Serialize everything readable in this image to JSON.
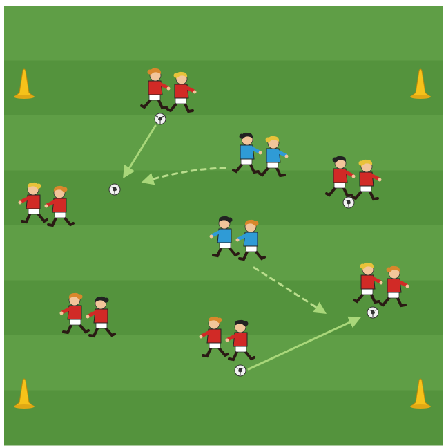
{
  "colors": {
    "stripe_light": "#5f9e46",
    "stripe_dark": "#54933d",
    "cone": "#f6c21a",
    "red_team": "#d12a26",
    "blue_team": "#2f9bd6",
    "shorts": "#ffffff",
    "pass_line": "#a9d77a",
    "run_line": "#b9dd8c",
    "ball": "#f2f2f2"
  },
  "cones": [
    "cone-top-left",
    "cone-top-right",
    "cone-bottom-left",
    "cone-bottom-right"
  ],
  "pairs": [
    {
      "name": "pair-red-top",
      "team": "red",
      "hair": [
        "#d9872c",
        "#e8c23a"
      ],
      "facing": 1
    },
    {
      "name": "pair-red-left",
      "team": "red",
      "hair": [
        "#e8c23a",
        "#d9872c"
      ],
      "facing": -1
    },
    {
      "name": "pair-red-right",
      "team": "red",
      "hair": [
        "#222222",
        "#e8c23a"
      ],
      "facing": 1
    },
    {
      "name": "pair-red-bottom-left",
      "team": "red",
      "hair": [
        "#d9872c",
        "#222222"
      ],
      "facing": -1
    },
    {
      "name": "pair-red-bottom-center",
      "team": "red",
      "hair": [
        "#d9872c",
        "#222222"
      ],
      "facing": -1
    },
    {
      "name": "pair-red-right-middle",
      "team": "red",
      "hair": [
        "#e8c23a",
        "#d9872c"
      ],
      "facing": 1
    },
    {
      "name": "pair-blue-top",
      "team": "blue",
      "hair": [
        "#222222",
        "#e8c23a"
      ],
      "facing": 1
    },
    {
      "name": "pair-blue-middle",
      "team": "blue",
      "hair": [
        "#222222",
        "#d9872c"
      ],
      "facing": -1
    }
  ],
  "balls": [
    "ball-top",
    "ball-left",
    "ball-right",
    "ball-right-middle",
    "ball-bottom"
  ],
  "arrows": [
    {
      "name": "pass-arrow-top-to-left",
      "style": "solid"
    },
    {
      "name": "run-arrow-blue-top",
      "style": "dashed"
    },
    {
      "name": "run-arrow-blue-middle",
      "style": "dashed"
    },
    {
      "name": "pass-arrow-bottom-to-right",
      "style": "solid"
    }
  ]
}
